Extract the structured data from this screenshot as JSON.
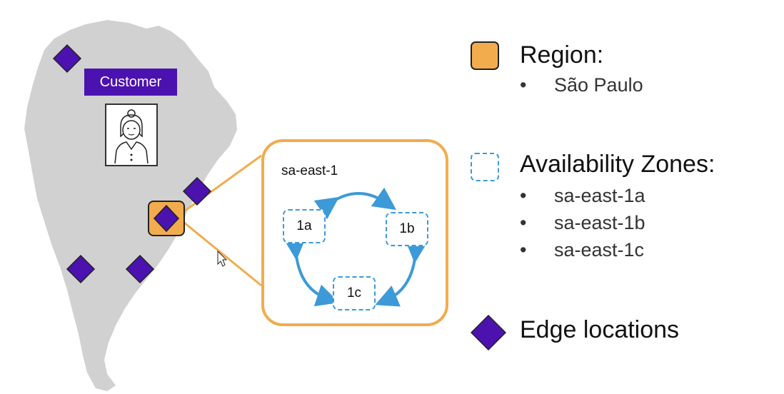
{
  "customer": {
    "label": "Customer"
  },
  "region_box": {
    "title": "sa-east-1"
  },
  "availability_zones": [
    {
      "label": "1a"
    },
    {
      "label": "1b"
    },
    {
      "label": "1c"
    }
  ],
  "legend": {
    "region": {
      "heading": "Region:",
      "items": [
        "São Paulo"
      ]
    },
    "availability_zones": {
      "heading": "Availability Zones:",
      "items": [
        "sa-east-1a",
        "sa-east-1b",
        "sa-east-1c"
      ]
    },
    "edge": {
      "heading": "Edge locations"
    }
  },
  "bullet_glyph": "•",
  "icons": {
    "customer": "person-avatar-icon",
    "region": "region-square-icon",
    "az": "dashed-square-icon",
    "edge": "diamond-icon"
  },
  "colors": {
    "map": "#d1d1d1",
    "edge": "#4b12b0",
    "region": "#f2ac4e",
    "az": "#3c9ad8",
    "customer_label": "#4b12b0"
  }
}
